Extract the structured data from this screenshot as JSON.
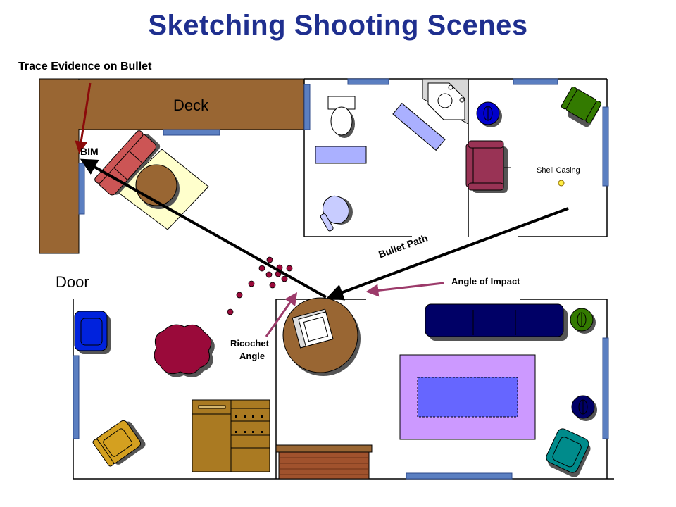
{
  "title": "Sketching Shooting Scenes",
  "labels": {
    "trace_evidence": "Trace Evidence on Bullet",
    "deck": "Deck",
    "bim": "BIM",
    "door": "Door",
    "shell_casing": "Shell Casing",
    "bullet_path": "Bullet Path",
    "angle_of_impact": "Angle of Impact",
    "ricochet_line1": "Ricochet",
    "ricochet_line2": "Angle"
  },
  "colors": {
    "title": "#1f2f8f",
    "deck": "#996633",
    "wall": "#000000",
    "window": "#5b7fc1",
    "arrow_dark": "#8b0a0a",
    "arrow_pink": "#9c3a6a",
    "blood": "#9a0a3a",
    "shell_casing": "#ffee44"
  }
}
